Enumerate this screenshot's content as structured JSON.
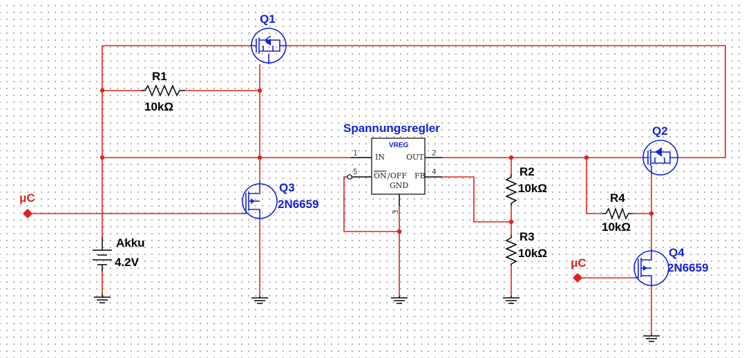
{
  "components": {
    "q1": {
      "ref": "Q1"
    },
    "q2": {
      "ref": "Q2"
    },
    "q3": {
      "ref": "Q3",
      "part": "2N6659"
    },
    "q4": {
      "ref": "Q4",
      "part": "2N6659"
    },
    "r1": {
      "ref": "R1",
      "value": "10kΩ"
    },
    "r2": {
      "ref": "R2",
      "value": "10kΩ"
    },
    "r3": {
      "ref": "R3",
      "value": "10kΩ"
    },
    "r4": {
      "ref": "R4",
      "value": "10kΩ"
    },
    "battery": {
      "ref": "Akku",
      "value": "4.2V"
    },
    "regulator": {
      "title": "Spannungsregler",
      "inner_label": "VREG",
      "pin_in": "IN",
      "pin_out": "OUT",
      "pin_on": "ON",
      "pin_off": "/OFF",
      "pin_fb": "FB",
      "pin_gnd": "GND",
      "pin_numbers": [
        "1",
        "2",
        "3",
        "4",
        "5"
      ]
    }
  },
  "ports": {
    "uc_left": "μC",
    "uc_right": "μC"
  },
  "colors": {
    "wire": "#e0211c",
    "component": "#1420d8",
    "ground": "#000000"
  }
}
